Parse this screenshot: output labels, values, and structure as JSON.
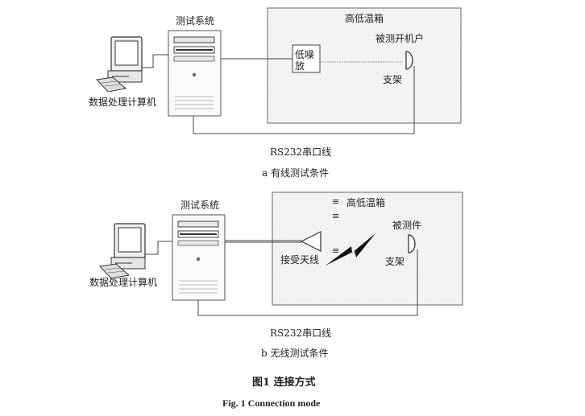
{
  "panel_a": {
    "test_system": "测试系统",
    "chamber": "高低温箱",
    "computer": "数据处理计算机",
    "lna": "低噪放",
    "dut": "被测开机户",
    "bracket": "支架",
    "serial": "RS232串口线",
    "caption": "a  有线测试条件"
  },
  "panel_b": {
    "test_system": "测试系统",
    "chamber": "高低温箱",
    "computer": "数据处理计算机",
    "antenna": "接受天线",
    "dut": "被测件",
    "bracket": "支架",
    "serial": "RS232串口线",
    "caption": "b  无线测试条件"
  },
  "figure": {
    "title_cn": "图1  连接方式",
    "title_en": "Fig. 1   Connection mode"
  }
}
